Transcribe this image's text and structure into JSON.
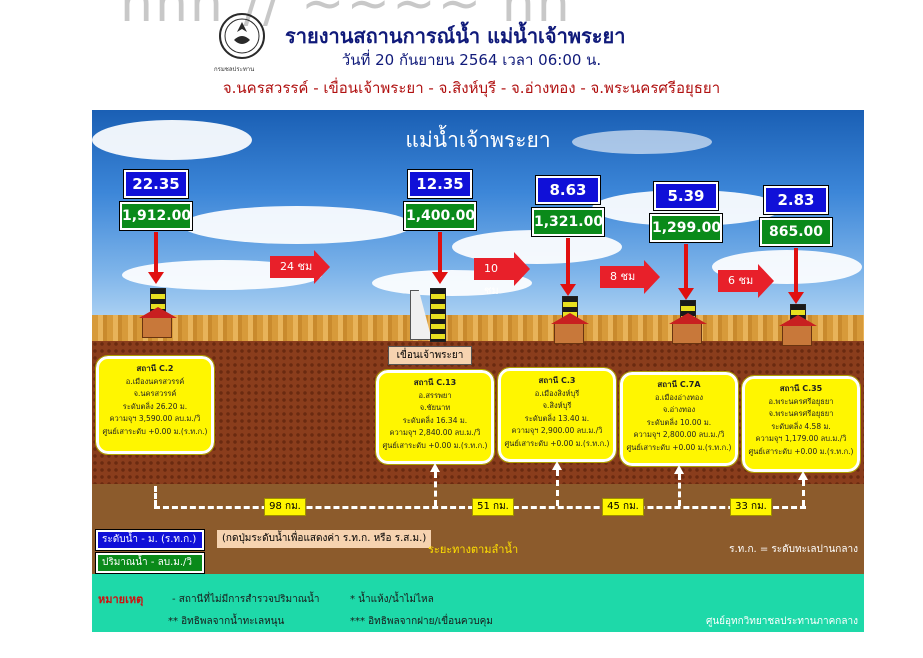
{
  "header": {
    "top_partial": "nnn // ~~~~ nn",
    "title": "รายงานสถานการณ์น้ำ แม่น้ำเจ้าพระยา",
    "date": "วันที่ 20 กันยายน 2564 เวลา 06:00 น.",
    "route": "จ.นครสวรรค์ - เขื่อนเจ้าพระยา - จ.สิงห์บุรี - จ.อ่างทอง - จ.พระนครศรีอยุธยา",
    "emblem_caption": "กรมชลประทาน"
  },
  "diagram": {
    "river_title": "แม่น้ำเจ้าพระยา",
    "dam_label": "เขื่อนเจ้าพระยา",
    "stations": [
      {
        "level": "22.35",
        "flow": "1,912.00",
        "name": "สถานี C.2",
        "lines": [
          "อ.เมืองนครสวรรค์",
          "จ.นครสวรรค์",
          "ระดับตลิ่ง 26.20 ม.",
          "ความจุฯ 3,590.00 ลบ.ม./วิ",
          "ศูนย์เสาระดับ +0.00 ม.(ร.ท.ก.)"
        ]
      },
      {
        "level": "12.35",
        "flow": "1,400.00",
        "name": "สถานี C.13",
        "lines": [
          "อ.สรรพยา",
          "จ.ชัยนาท",
          "ระดับตลิ่ง 16.34 ม.",
          "ความจุฯ 2,840.00 ลบ.ม./วิ",
          "ศูนย์เสาระดับ +0.00 ม.(ร.ท.ก.)"
        ]
      },
      {
        "level": "8.63",
        "flow": "1,321.00",
        "name": "สถานี C.3",
        "lines": [
          "อ.เมืองสิงห์บุรี",
          "จ.สิงห์บุรี",
          "ระดับตลิ่ง 13.40 ม.",
          "ความจุฯ 2,900.00 ลบ.ม./วิ",
          "ศูนย์เสาระดับ +0.00 ม.(ร.ท.ก.)"
        ]
      },
      {
        "level": "5.39",
        "flow": "1,299.00",
        "name": "สถานี C.7A",
        "lines": [
          "อ.เมืองอ่างทอง",
          "จ.อ่างทอง",
          "ระดับตลิ่ง 10.00 ม.",
          "ความจุฯ 2,800.00 ลบ.ม./วิ",
          "ศูนย์เสาระดับ +0.00 ม.(ร.ท.ก.)"
        ]
      },
      {
        "level": "2.83",
        "flow": "865.00",
        "name": "สถานี C.35",
        "lines": [
          "อ.พระนครศรีอยุธยา",
          "จ.พระนครศรีอยุธยา",
          "ระดับตลิ่ง 4.58 ม.",
          "ความจุฯ 1,179.00 ลบ.ม./วิ",
          "ศูนย์เสาระดับ +0.00 ม.(ร.ท.ก.)"
        ]
      }
    ],
    "travel_times": [
      "24 ชม",
      "10 ชม",
      "8 ชม",
      "6 ชม"
    ],
    "distances": [
      "98 กม.",
      "51 กม.",
      "45 กม.",
      "33 กม."
    ]
  },
  "legend": {
    "level_label": "ระดับน้ำ - ม. (ร.ท.ก.)",
    "flow_label": "ปริมาณน้ำ - ลบ.ม./วิ",
    "note": "(กดปุ่มระดับน้ำเพื่อแสดงค่า ร.ท.ก. หรือ ร.ส.ม.)",
    "direction": "ระยะทางตามลำน้ำ",
    "rtg": "ร.ท.ก. = ระดับทะเลปานกลาง"
  },
  "footer": {
    "heading": "หมายเหตุ",
    "note1": "-   สถานีที่ไม่มีการสำรวจปริมาณน้ำ",
    "note2": "*   น้ำแห้ง/น้ำไม่ไหล",
    "note3": "** อิทธิพลจากน้ำทะเลหนุน",
    "note4": "*** อิทธิพลจากฝาย/เขื่อนควบคุม",
    "org": "ศูนย์อุทกวิทยาชลประทานภาคกลาง"
  },
  "colors": {
    "level_box": "#1010d8",
    "flow_box": "#0a8a1a",
    "arrow": "#e8202a",
    "station_card": "#fff600",
    "footer": "#1ed9a9"
  },
  "icons": [
    "emblem-icon",
    "gauge-icon",
    "house-icon",
    "dam-icon",
    "arrow-right-icon"
  ]
}
